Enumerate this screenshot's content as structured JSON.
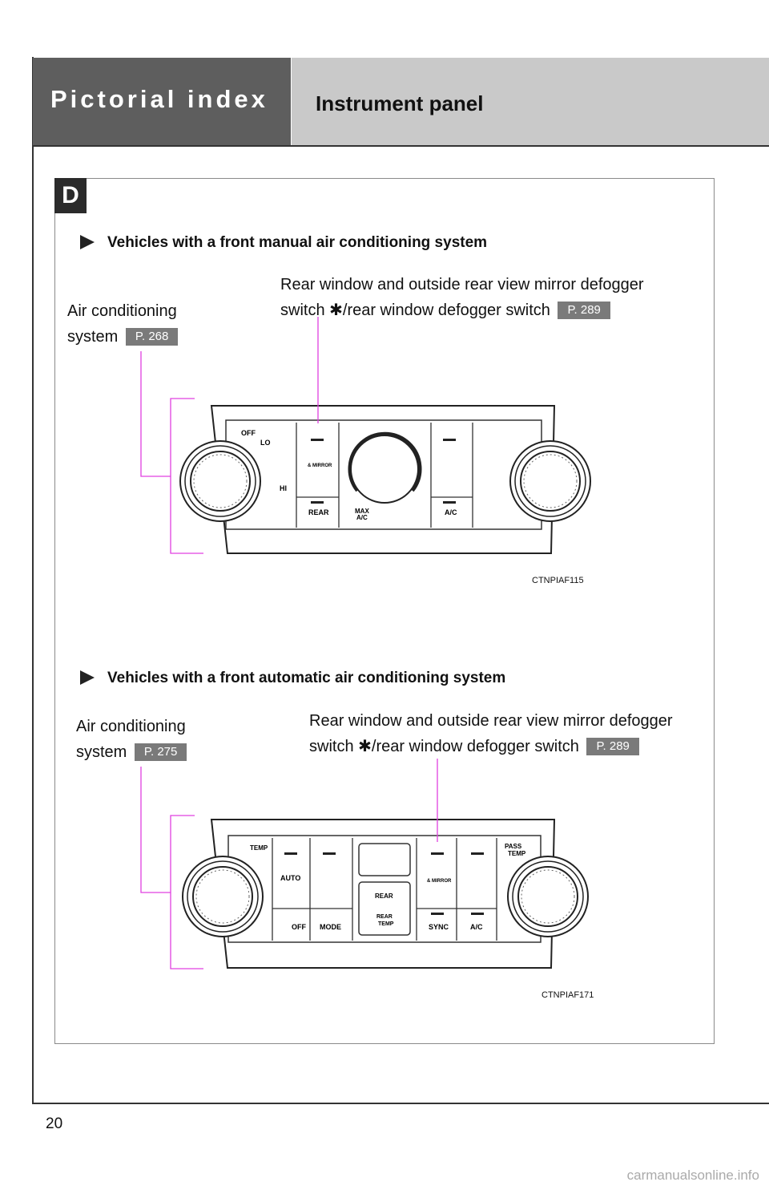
{
  "header": {
    "section": "Pictorial index",
    "title": "Instrument panel"
  },
  "section_letter": "D",
  "manual": {
    "heading": "Vehicles with a front manual air conditioning system",
    "ac_label_1": "Air conditioning",
    "ac_label_2": "system",
    "ac_ref": "P. 268",
    "defog_label_1": "Rear window and outside rear view mirror defogger",
    "defog_label_2": "switch ✱/rear window defogger switch",
    "defog_ref": "P. 289",
    "panel": {
      "off": "OFF",
      "lo": "LO",
      "hi": "HI",
      "mirror": "& MIRROR",
      "rear": "REAR",
      "max": "MAX",
      "ac": "A/C",
      "ac2": "A/C"
    },
    "code": "CTNPIAF115"
  },
  "auto": {
    "heading": "Vehicles with a front automatic air conditioning system",
    "ac_label_1": "Air conditioning",
    "ac_label_2": "system",
    "ac_ref": "P. 275",
    "defog_label_1": "Rear window and outside rear view mirror defogger",
    "defog_label_2": "switch ✱/rear window defogger switch",
    "defog_ref": "P. 289",
    "panel": {
      "temp": "TEMP",
      "pass": "PASS",
      "pass_temp": "TEMP",
      "auto": "AUTO",
      "off": "OFF",
      "mode": "MODE",
      "rear": "REAR",
      "rear2": "REAR",
      "rear_temp": "TEMP",
      "mirror": "& MIRROR",
      "sync": "SYNC",
      "ac": "A/C"
    },
    "code": "CTNPIAF171"
  },
  "page_number": "20",
  "watermark": "carmanualsonline.info",
  "colors": {
    "leader": "#e040e0",
    "header_dark": "#5e5e5e",
    "header_light": "#c9c9c9",
    "ref_badge": "#7a7a7a"
  }
}
